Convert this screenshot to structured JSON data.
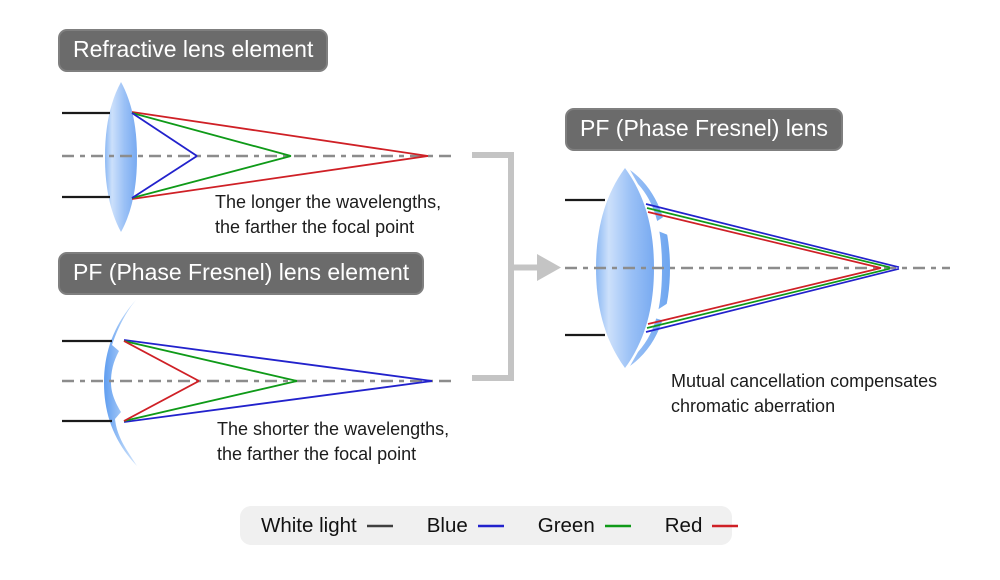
{
  "colors": {
    "white_light": "#3f3f3f",
    "blue": "#2222cc",
    "green": "#0f9a18",
    "red": "#cf2026",
    "axis": "#8c8c8c",
    "beam_black": "#1a1a1a",
    "bracket": "#c4c4c4",
    "label_bg": "#6b6b6b",
    "label_text": "#ffffff",
    "legend_bg": "#f0f0f0",
    "lens_edge_blue": "#78aaf1",
    "lens_highlight_blue": "#cce0fb"
  },
  "labels": {
    "refractive": "Refractive lens element",
    "pf_element": "PF (Phase Fresnel) lens element",
    "pf_lens": "PF (Phase Fresnel) lens"
  },
  "captions": {
    "refractive_line1": "The longer the wavelengths,",
    "refractive_line2": "the farther the focal point",
    "pf_element_line1": "The shorter the wavelengths,",
    "pf_element_line2": "the farther the focal point",
    "pf_lens_line1": "Mutual cancellation compensates",
    "pf_lens_line2": "chromatic aberration"
  },
  "legend": {
    "items": [
      {
        "label": "White light",
        "color": "#3f3f3f"
      },
      {
        "label": "Blue",
        "color": "#2222cc"
      },
      {
        "label": "Green",
        "color": "#0f9a18"
      },
      {
        "label": "Red",
        "color": "#cf2026"
      }
    ]
  }
}
